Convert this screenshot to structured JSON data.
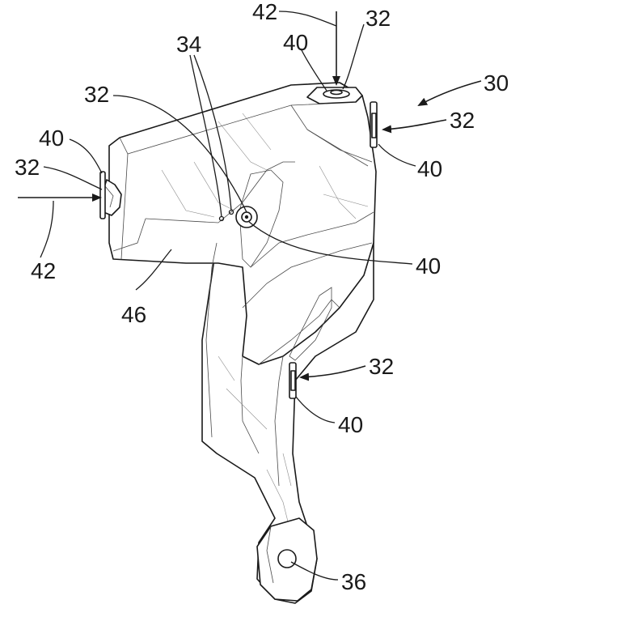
{
  "labels": {
    "top_42": "42",
    "top_32": "32",
    "top_40": "40",
    "label_34": "34",
    "label_32_upper_left": "32",
    "label_30": "30",
    "right_32_upper": "32",
    "right_40_upper": "40",
    "left_40": "40",
    "left_32": "32",
    "left_42": "42",
    "center_40": "40",
    "label_46": "46",
    "right_32_lower": "32",
    "right_40_lower": "40",
    "label_36": "36"
  }
}
